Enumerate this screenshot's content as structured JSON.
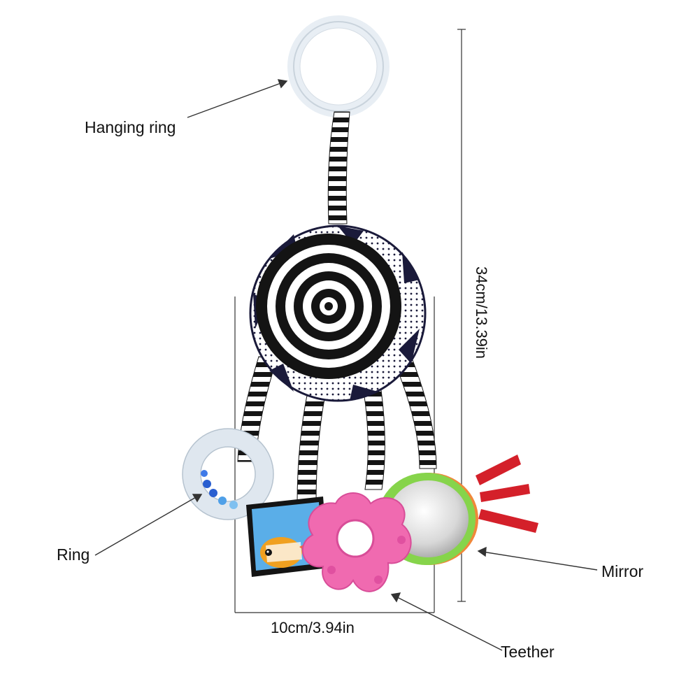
{
  "product": {
    "parts": [
      {
        "id": "hanging_ring",
        "label": "Hanging ring"
      },
      {
        "id": "ring",
        "label": "Ring"
      },
      {
        "id": "mirror",
        "label": "Mirror"
      },
      {
        "id": "teether",
        "label": "Teether"
      }
    ]
  },
  "dimensions": {
    "height": "34cm/13.39in",
    "width": "10cm/3.94in"
  },
  "colors": {
    "stripe_dark": "#141414",
    "fabric_navy": "#1a1a3a",
    "teether_pink": "#f06ab0",
    "mirror_green": "#86d44b",
    "ribbon_red": "#d4202a",
    "fish_card_blue": "#5aaee8",
    "fish_orange": "#f0a020",
    "line": "#333333"
  }
}
